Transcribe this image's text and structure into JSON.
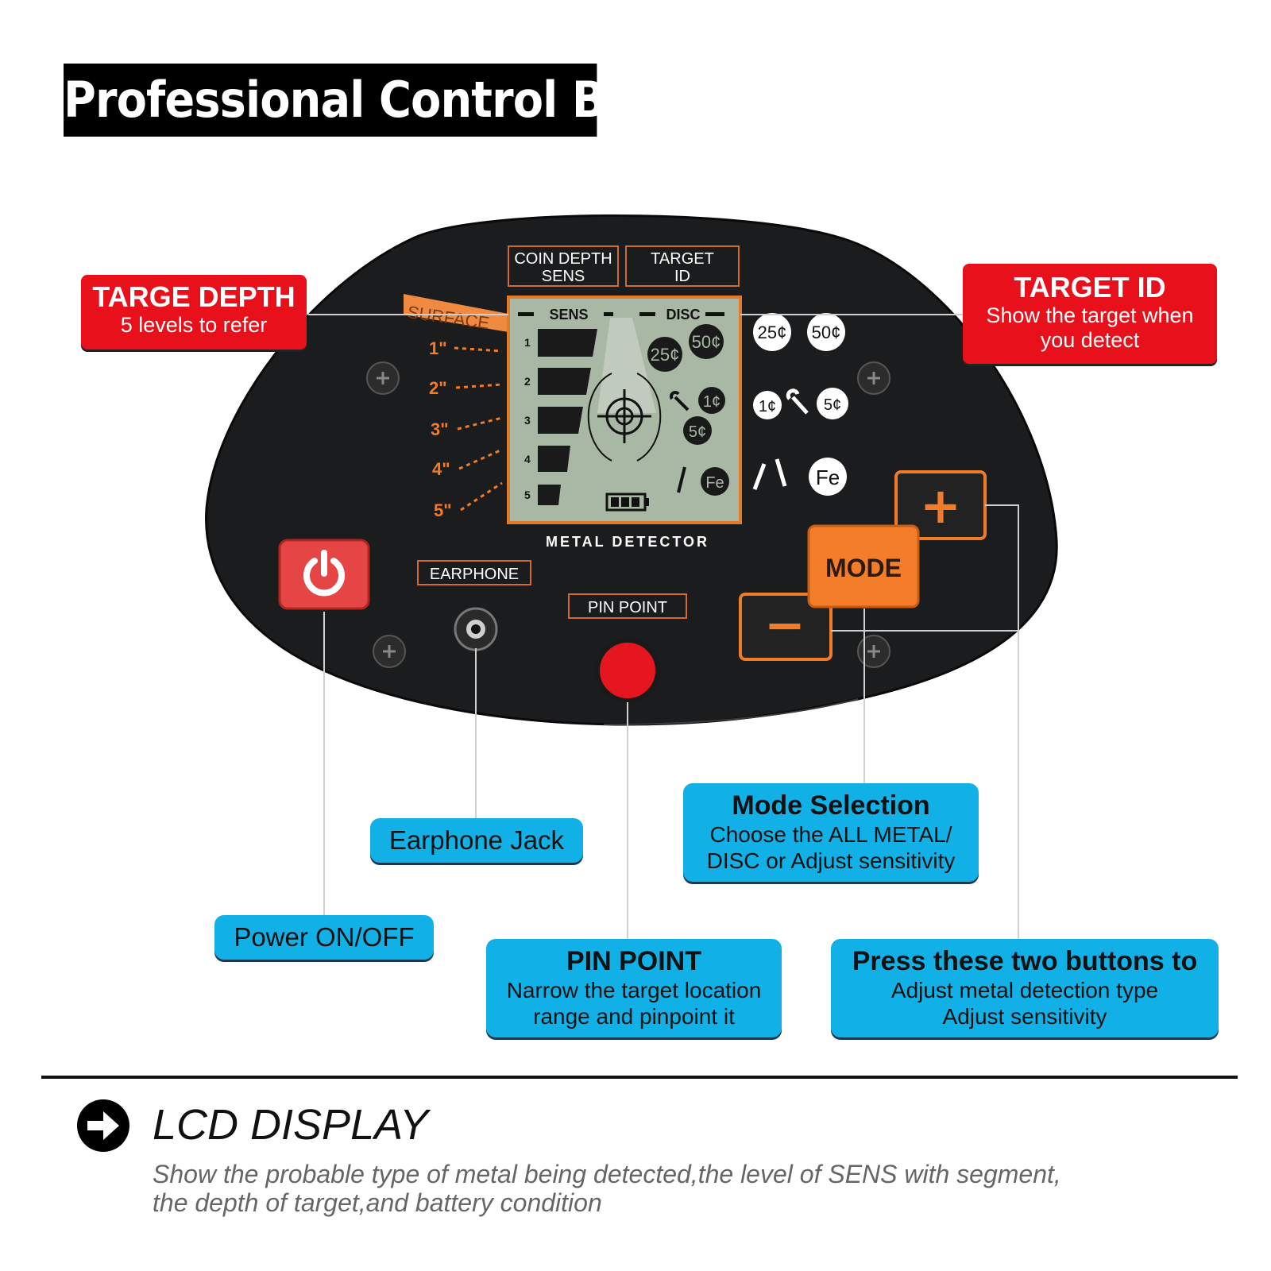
{
  "title": "Professional  Control  Box",
  "device": {
    "panel_labels": {
      "coin_depth_sens": [
        "COIN DEPTH",
        "SENS"
      ],
      "target_id": [
        "TARGET",
        "ID"
      ]
    },
    "surface": "SURFACE",
    "depth_marks": [
      "1\"",
      "2\"",
      "3\"",
      "4\"",
      "5\""
    ],
    "lcd": {
      "sens": "SENS",
      "disc": "DISC",
      "levels": [
        "1",
        "2",
        "3",
        "4",
        "5"
      ],
      "coins": [
        "25¢",
        "50¢",
        "1¢",
        "5¢",
        "Fe"
      ]
    },
    "side_icons": [
      "25¢",
      "50¢",
      "1¢",
      "5¢",
      "Fe"
    ],
    "brand": "METAL DETECTOR",
    "earphone": "EARPHONE",
    "pin_point": "PIN POINT",
    "mode": "MODE",
    "plus": "+",
    "minus": "−"
  },
  "callouts": {
    "target_depth": {
      "title": "TARGE DEPTH",
      "text": "5 levels to refer"
    },
    "target_id": {
      "title": "TARGET ID",
      "text": [
        "Show the target when",
        "you detect"
      ]
    },
    "earphone_jack": "Earphone Jack",
    "power": "Power ON/OFF",
    "mode_selection": {
      "title": "Mode Selection",
      "text": [
        "Choose the ALL METAL/",
        "DISC or Adjust sensitivity"
      ]
    },
    "pin_point": {
      "title": "PIN POINT",
      "text": [
        "Narrow the target location",
        "range and pinpoint it"
      ]
    },
    "two_buttons": {
      "title": "Press these two buttons to",
      "text": [
        "Adjust metal detection type",
        "Adjust sensitivity"
      ]
    }
  },
  "lcd_section": {
    "title": "LCD DISPLAY",
    "text": [
      "Show the probable type of metal being detected,the level of SENS with segment,",
      "the depth of target,and battery condition"
    ]
  },
  "colors": {
    "accent_orange": "#f07c2a",
    "red": "#e8101a",
    "blue": "#11b0e6",
    "lcd_green": "#a9b8a5"
  }
}
